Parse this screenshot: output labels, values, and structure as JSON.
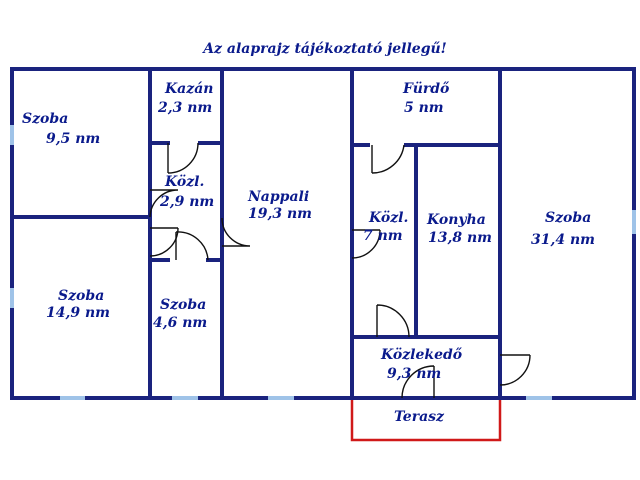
{
  "note": "Az alaprajz tájékoztató jellegű!",
  "rooms": {
    "szoba_a": {
      "name": "Szoba",
      "area": "9,5 nm"
    },
    "kazan": {
      "name": "Kazán",
      "area": "2,3 nm"
    },
    "kozl_a": {
      "name": "Közl.",
      "area": "2,9 nm"
    },
    "szoba_b": {
      "name": "Szoba",
      "area": "14,9 nm"
    },
    "szoba_c": {
      "name": "Szoba",
      "area": "4,6 nm"
    },
    "nappali": {
      "name": "Nappali",
      "area": "19,3 nm"
    },
    "furdo": {
      "name": "Fürdő",
      "area": "5 nm"
    },
    "kozl_b": {
      "name": "Közl.",
      "area": "7 nm"
    },
    "konyha": {
      "name": "Konyha",
      "area": "13,8 nm"
    },
    "kozlekedo": {
      "name": "Közlekedő",
      "area": "9,3 nm"
    },
    "szoba_d": {
      "name": "Szoba",
      "area": "31,4 nm"
    },
    "terasz": {
      "name": "Terasz"
    }
  },
  "colors": {
    "wall": "#1a237e",
    "text": "#0a1a8c",
    "terrace": "#d01919",
    "window": "#9fc3e8"
  }
}
